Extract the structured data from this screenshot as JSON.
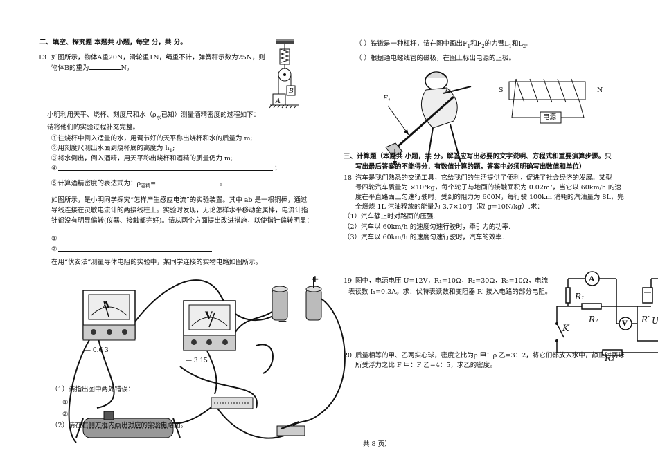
{
  "left": {
    "section2_header": "二、填空、探究题 本题共   小题，每空   分，共    分。",
    "q13": {
      "num": "13",
      "line1": "如图所示，物体A重20N，滑轮重1N，绳重不计，弹簧秤示数为25N，则",
      "line2_pre": "物体B的重为",
      "line2_post": "N。",
      "label_A": "A",
      "label_B": "B"
    },
    "density": {
      "intro_a": "小明利用天平、烧杯、刻度尺和水（ρ",
      "intro_sub": "水",
      "intro_b": "已知）测量酒精密度的过程如下：",
      "line2": "请将他们的实验过程补充完整。",
      "step1": "①往烧杯中倒入适量的水，用调节好的天平称出烧杯和水的质量为 m;",
      "step2": "②用刻度尺测出水面到烧杯底的高度为 h",
      "step2_sub": "1",
      "step2_end": ";",
      "step3": "③将水倒出，倒入酒精，用天平称出烧杯和酒精的质量仍为 m;",
      "step4": "④",
      "step4_end": "；",
      "step5_pre": "⑤计算酒精密度的表达式为：ρ",
      "step5_sub": "酒精",
      "step5_eq": "=",
      "step5_end": "。"
    },
    "induction": {
      "line1": "如图所示，是小明同学探究“怎样产生感应电流”的实验装置。其中 ab 是一根铜棒，通过",
      "line2": "导线连接在灵敏电流计的两接线柱上。实验时发现，无论怎样水平移动金属棒，电流计指",
      "line3": "针都没有明显偏转(仪器、接触都完好)。请从两个方面提出改进措施，以使指针偏转明显：",
      "ans1": "①",
      "ans2": "②"
    },
    "voltammetry": {
      "intro": "在用“伏安法”测量导体电阻的实验中，某同学连接的实物电路如图所示。",
      "q1": "（1）请指出图中两处错误：",
      "q1a": "①",
      "q1b": "②",
      "q2": "（2）请在右侧方框内画出对应的实验电路图。",
      "ammeter_label": "A",
      "ammeter_scale": "—   0.6   3",
      "voltmeter_label": "V",
      "voltmeter_scale": "—    3   15",
      "plus_sign": "+",
      "minus_sign": "—"
    }
  },
  "right": {
    "lever": "（  ）铁锹是一种杠杆，请在图中画出F",
    "lever_sub1": "1",
    "lever_mid": "和F",
    "lever_sub2": "2",
    "lever_mid2": "的力臂L",
    "lever_sub3": "1",
    "lever_mid3": "和L",
    "lever_sub4": "2",
    "lever_end": "。",
    "magnet": "（  ）根据通电螺线管的磁极，在图上标出电源的正极。",
    "label_F1": "F",
    "label_F1_sub": "1",
    "label_O": "O",
    "label_S": "S",
    "label_N": "N",
    "power_source": "电源",
    "section3_line1": "三、计算题（本题共   小题，共    分。解答应写出必要的文字说明、方程式和重要演算步骤。只",
    "section3_line2": "写出最后答案的不能得分．有数值计算的题，答案中必须明确写出数值和单位）",
    "q18": {
      "num": "18",
      "line1": "汽车是我们熟悉的交通工具，它给我们的生活提供了便利，促进了社会经济的发展。某型",
      "line2": "号四轮汽车质量为      ×10³kg，每个轮子与地面的接触面积为 0.02m²，当它以 60km/h 的速",
      "line3": "度在平直路面上匀速行驶时，受到的阻力为 600N，每行驶 100km 消耗的汽油量为 8L，完",
      "line4": "全燃烧 1L 汽油释放的能量为 3.7×10⁷J（取 g=10N/kg）.求：",
      "p1": "（1）汽车静止时对路面的压强.",
      "p2": "（2）汽车以 60km/h 的速度匀速行驶时，牵引力的功率.",
      "p3": "（3）汽车以 60km/h 的速度匀速行驶时，汽车的效率."
    },
    "q19": {
      "num": "19",
      "line1": "图中，电源电压 U=12V，R₁=10Ω，R₂=30Ω，R₃=10Ω，电流",
      "line2": "表读数 I₁=0.3A。求：伏特表读数和变阻器 R′ 接入电路的部分电阻。",
      "label_A": "A",
      "label_R1": "R₁",
      "label_R2": "R₂",
      "label_R3": "R₃",
      "label_V": "V",
      "label_Rp": "R′",
      "label_U": "U",
      "label_K": "K"
    },
    "q20": {
      "num": "20",
      "line1": "质量相等的甲、乙两实心球，密度之比为ρ 甲：ρ 乙=3：2，将它们都放入水中，静止时两球",
      "line2": "所受浮力之比 F 甲：F 乙=4：5，求乙的密度。"
    },
    "footer": "共 8 页）"
  }
}
